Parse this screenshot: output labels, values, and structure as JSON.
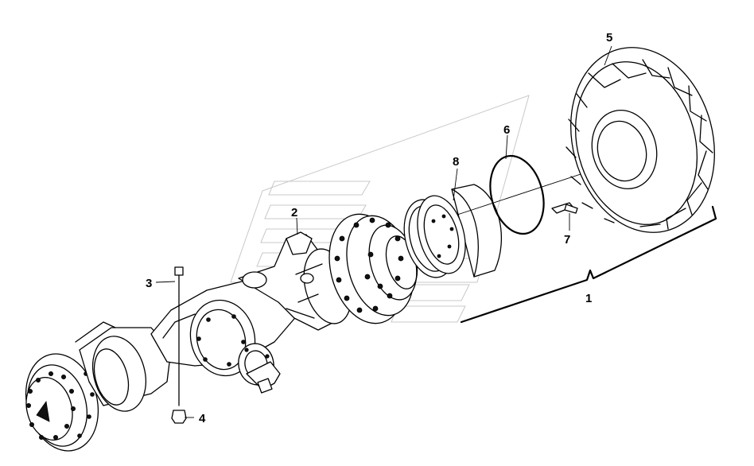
{
  "callouts": {
    "c1": "1",
    "c2": "2",
    "c3": "3",
    "c4": "4",
    "c5": "5",
    "c6": "6",
    "c7": "7",
    "c8": "8"
  },
  "parts": {
    "rim_ring": "ring",
    "rim": "rim",
    "o_ring": "o-ring",
    "valve": "valve",
    "tyre": "tyre",
    "bolt": "bolt",
    "nut": "nut",
    "axle": "axle",
    "hub": "hub"
  },
  "colors": {
    "line": "#000000",
    "watermark": "#c8c8c8",
    "background": "#ffffff"
  }
}
